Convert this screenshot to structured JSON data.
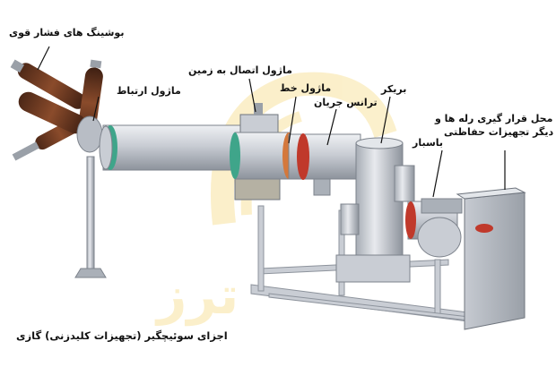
{
  "labels": {
    "hv_bushings": "بوشینگ های فشار قوی",
    "connection_module": "ماژول ارتباط",
    "earthing_module": "ماژول اتصال به زمین",
    "line_module": "ماژول خط",
    "current_transformer": "ترانس جریان",
    "breaker": "بریکر",
    "relay_cabinet_line1": "محل قرار گیری رله ها و",
    "relay_cabinet_line2": "دیگر تجهیزات حفاظتی",
    "busbar": "باسبار",
    "caption": "اجزای سوئیچگیر (تجهیزات کلیدزنی) گازی"
  },
  "colors": {
    "metal": "#cfd3da",
    "metal_dark": "#8e949d",
    "bushing": "#6b3a22",
    "flange_green": "#3fa58a",
    "flange_red": "#c0392b",
    "watermark": "#f1c232"
  }
}
